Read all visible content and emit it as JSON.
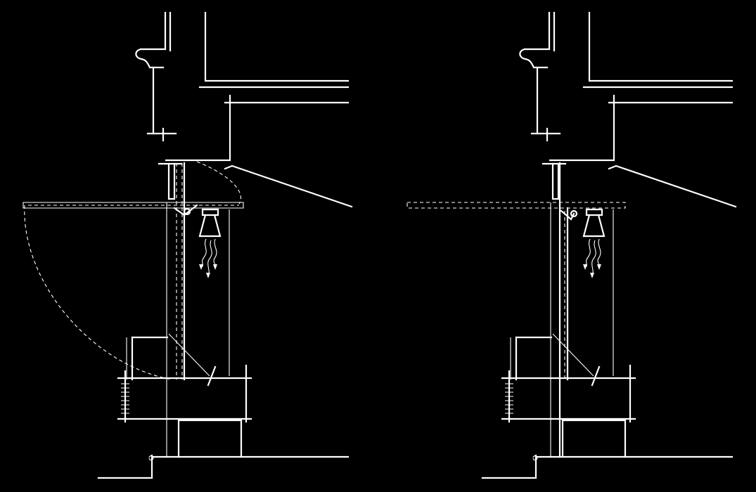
{
  "drawing": {
    "title": "",
    "views": [
      {
        "id": "left",
        "state": "panel-open",
        "description_label": ""
      },
      {
        "id": "right",
        "state": "panel-closed",
        "description_label": ""
      }
    ],
    "colors": {
      "background": "#000000",
      "line": "#ffffff"
    }
  }
}
